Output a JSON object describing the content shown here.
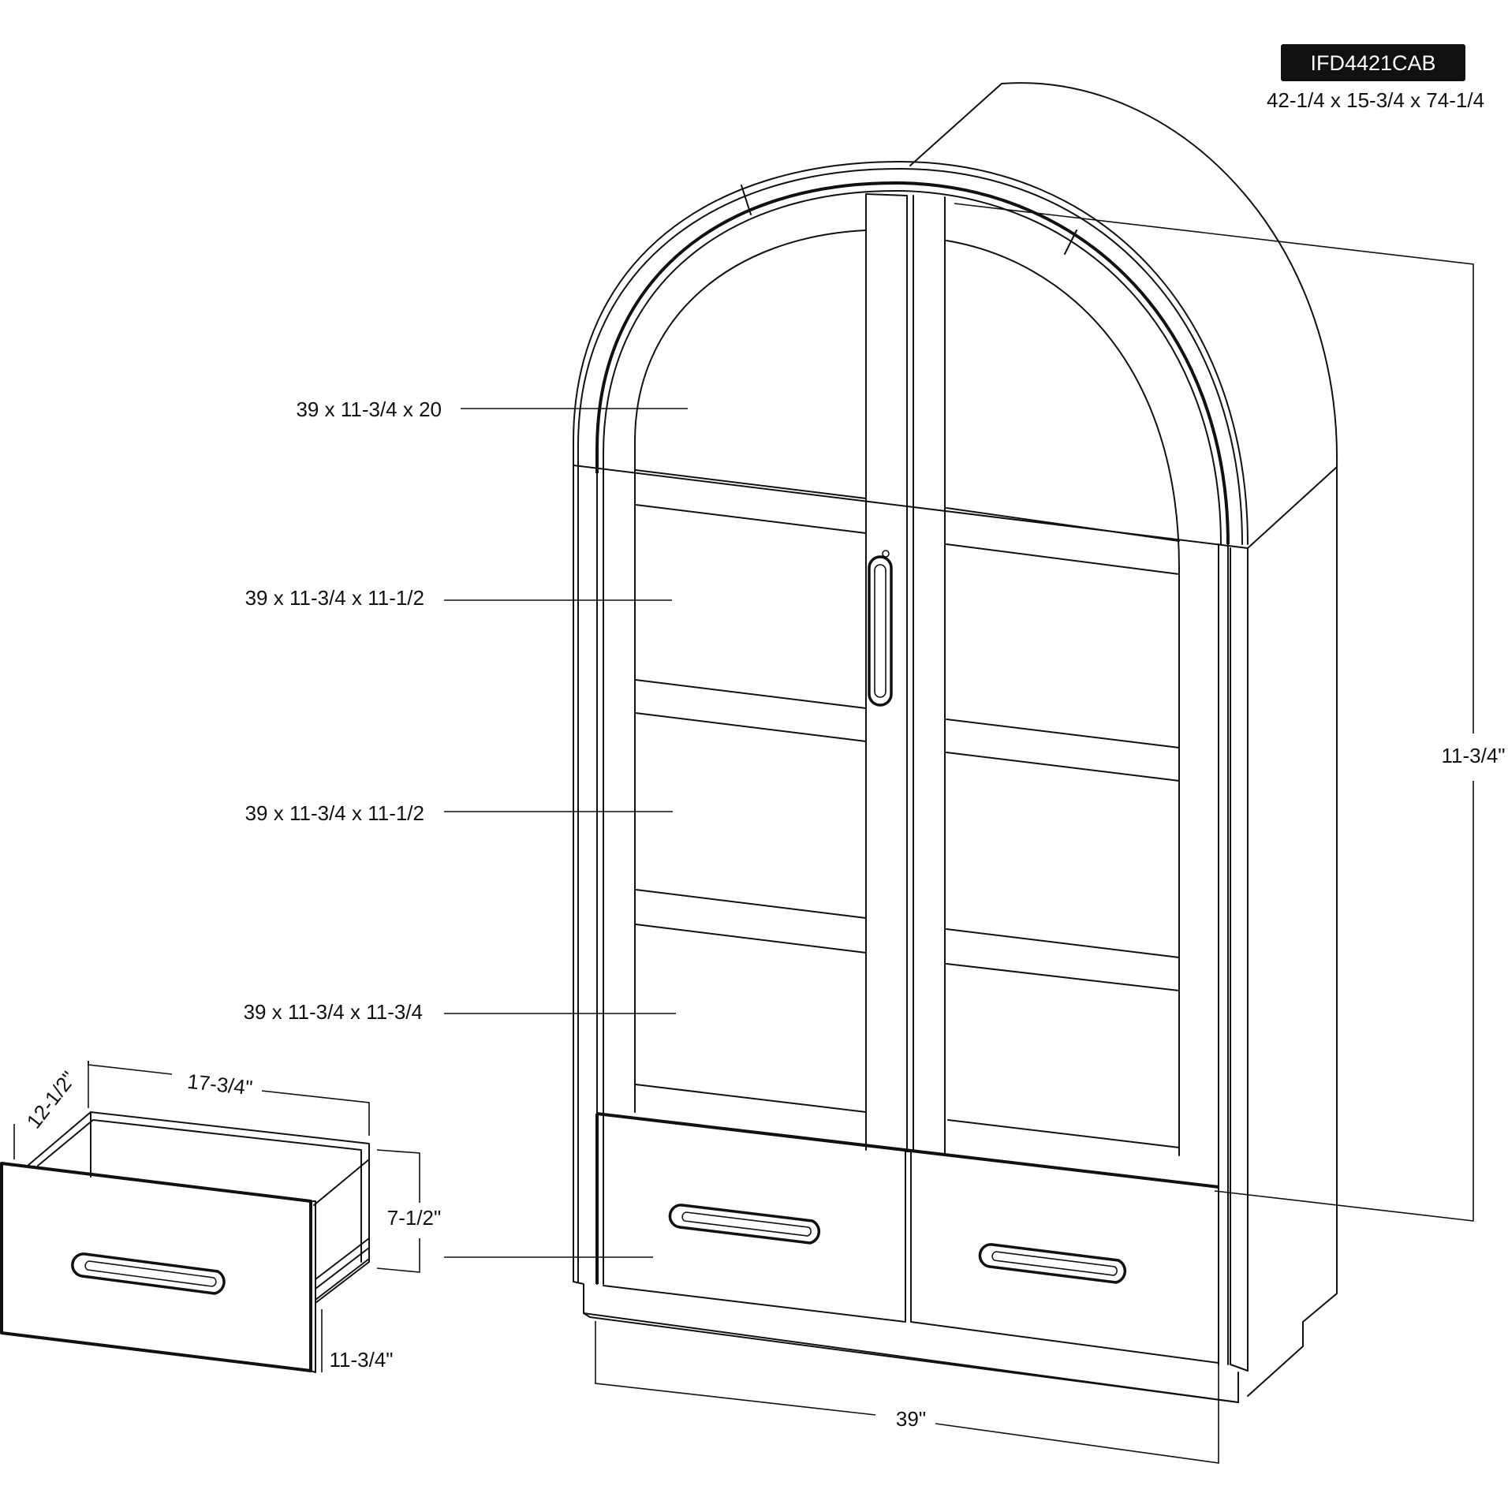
{
  "product": {
    "model": "IFD4421CAB",
    "overall_dimensions": "42-1/4 x 15-3/4 x 74-1/4"
  },
  "compartments": [
    {
      "label": "39 x 11-3/4 x 20"
    },
    {
      "label": "39 x 11-3/4 x 11-1/2"
    },
    {
      "label": "39 x 11-3/4 x 11-1/2"
    },
    {
      "label": "39 x 11-3/4 x 11-3/4"
    }
  ],
  "cabinet": {
    "depth_label": "11-3/4\"",
    "width_label": "39\""
  },
  "drawer": {
    "width_label": "17-3/4\"",
    "depth_label": "12-1/2\"",
    "height_label": "7-1/2\"",
    "front_label": "11-3/4\""
  }
}
